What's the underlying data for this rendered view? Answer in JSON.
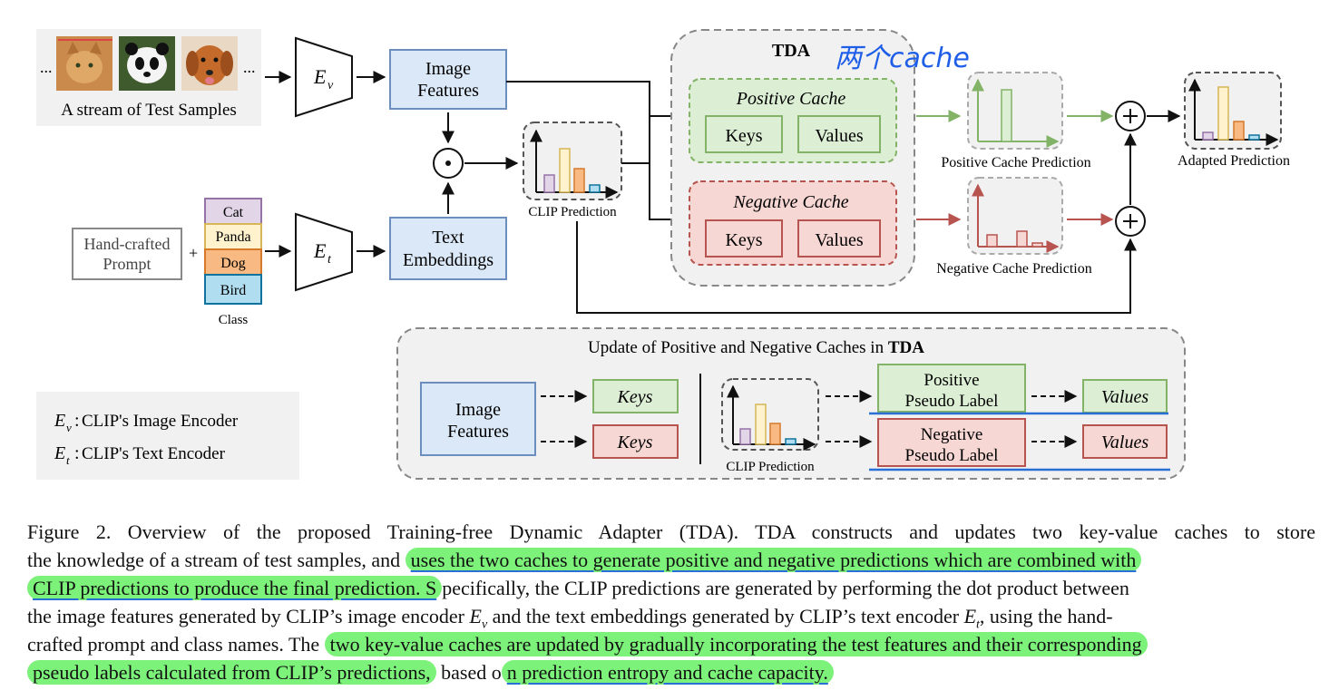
{
  "figure": {
    "stream_label": "A stream of Test Samples",
    "ellipsis": "...",
    "encoder_image": "E",
    "encoder_image_sub": "v",
    "encoder_text": "E",
    "encoder_text_sub": "t",
    "image_features": [
      "Image",
      "Features"
    ],
    "text_embeddings": [
      "Text",
      "Embeddings"
    ],
    "handcrafted_prompt": [
      "Hand-crafted",
      "Prompt"
    ],
    "plus": "+",
    "classes": [
      "Cat",
      "Panda",
      "Dog",
      "Bird"
    ],
    "class_label": "Class",
    "clip_prediction": "CLIP Prediction",
    "dot_symbol": "⊙",
    "tda_title": "TDA",
    "handwritten_note": "两个cache",
    "positive_cache": "Positive Cache",
    "negative_cache": "Negative Cache",
    "keys": "Keys",
    "values": "Values",
    "positive_cache_prediction": "Positive Cache Prediction",
    "negative_cache_prediction": "Negative Cache Prediction",
    "adapted_prediction": "Adapted Prediction",
    "legend_ev": "CLIP's Image Encoder",
    "legend_et": "CLIP's Text Encoder",
    "update_title_prefix": "Update of Positive and Negative Caches in ",
    "update_title_bold": "TDA",
    "update_image_features": [
      "Image",
      "Features"
    ],
    "positive_pseudo_label": [
      "Positive",
      "Pseudo Label"
    ],
    "negative_pseudo_label": [
      "Negative",
      "Pseudo Label"
    ],
    "colors": {
      "blue_fill": "#dbe8f7",
      "blue_stroke": "#6c8ebf",
      "green_fill": "#dcefd5",
      "green_stroke": "#6aa84f",
      "red_fill": "#f6d7d4",
      "red_stroke": "#c0504d",
      "purple": "#e1d5e7",
      "yellow": "#fff2cc",
      "orange": "#f8ba82",
      "lightblue": "#b1ddf0",
      "highlight": "#7cf27a",
      "underline": "#2a6fd6"
    }
  },
  "caption": {
    "lines": [
      [
        "Figure 2.  Overview of the proposed Training-free Dynamic Adapter (TDA). TDA constructs and updates two key-value caches to store"
      ],
      [
        "the knowledge of a stream of test samples, and ",
        "uses the two caches to generate positive and negative predictions which are combined with"
      ],
      [
        "CLIP predictions to produce the final prediction. S",
        "pecifically, the CLIP predictions are generated by performing the dot product between"
      ],
      [
        "the image features generated by CLIP’s image encoder ",
        "E",
        "v",
        " and the text embeddings generated by CLIP’s text encoder ",
        "E",
        "t",
        ", using the hand-"
      ],
      [
        "crafted prompt and class names. The ",
        "two key-value caches are updated by gradually incorporating the test features and their corresponding"
      ],
      [
        "pseudo labels calculated from CLIP’s predictions,",
        " based o",
        "n prediction entropy and cache capacity."
      ]
    ]
  }
}
